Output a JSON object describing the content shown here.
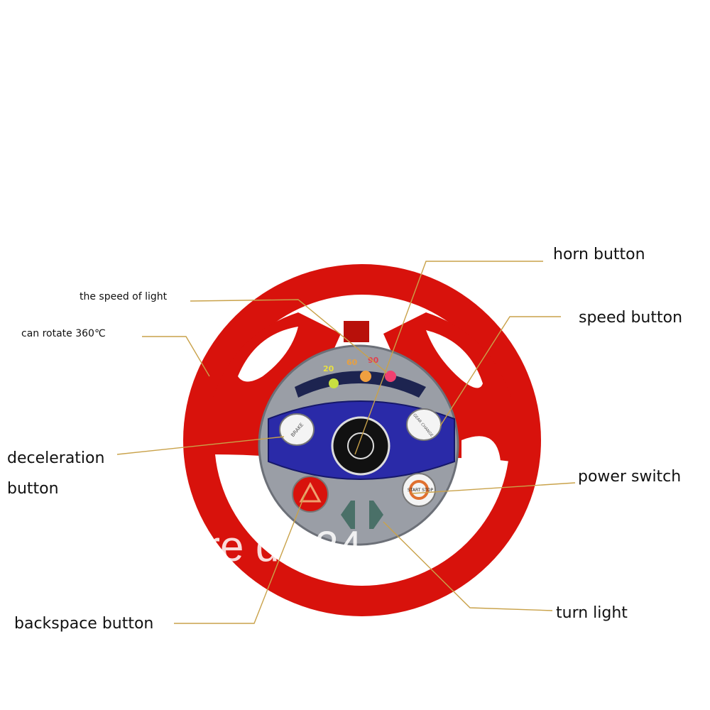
{
  "labels": {
    "horn": "horn button",
    "speed_of_light": "the speed of light",
    "rotate": "can rotate 360℃",
    "speed_button": "speed button",
    "deceleration_line1": "deceleration",
    "deceleration_line2": "button",
    "power_switch": "power switch",
    "backspace": "backspace button",
    "turn_light": "turn light"
  },
  "toy": {
    "speed_marks": [
      "20",
      "60",
      "90"
    ],
    "brake_label": "BRAKE",
    "gear_label": "GEAR CHANGE",
    "power_label": "START STOP"
  },
  "watermark": "re do 24",
  "colors": {
    "wheel_red": "#d8120c",
    "hub_gray": "#9a9ea6",
    "panel_blue": "#2a2aa8",
    "leader_line": "#c9a24a"
  }
}
